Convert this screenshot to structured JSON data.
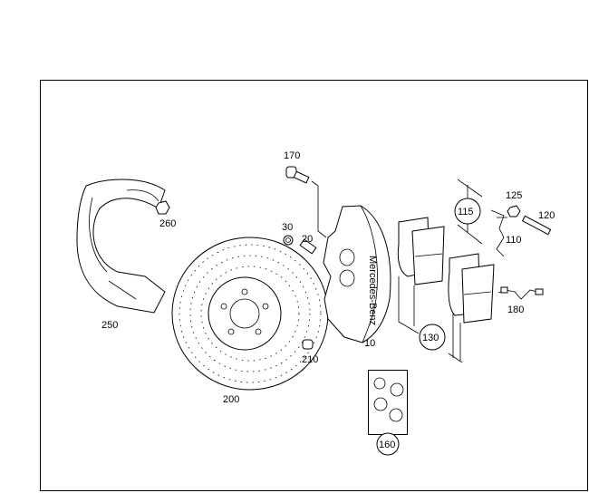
{
  "diagram": {
    "labels": {
      "p250": "250",
      "p260": "260",
      "p200": "200",
      "p210": "210",
      "p30": "30",
      "p20": "20",
      "p170": "170",
      "p10": "10",
      "p130": "130",
      "p115": "115",
      "p125": "125",
      "p120": "120",
      "p110": "110",
      "p180": "180",
      "p160": "160"
    },
    "caliper_brand": "Mercedes-Benz"
  }
}
